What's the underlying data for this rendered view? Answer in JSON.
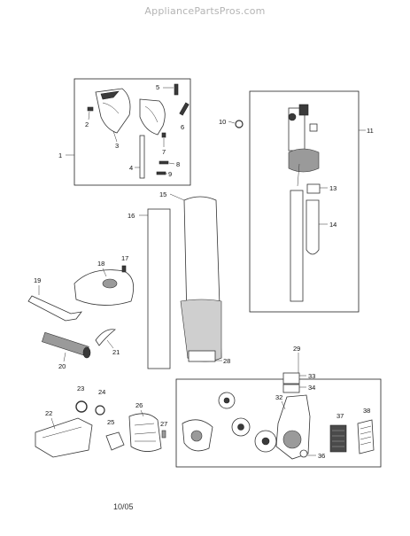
{
  "header": {
    "watermark": "AppliancePartsPros.com"
  },
  "footer": {
    "date_code": "10/05"
  },
  "callouts": {
    "c1": "1",
    "c2": "2",
    "c3": "3",
    "c4": "4",
    "c5": "5",
    "c6": "6",
    "c7": "7",
    "c8": "8",
    "c9": "9",
    "c10": "10",
    "c11": "11",
    "c13": "13",
    "c14": "14",
    "c15": "15",
    "c16": "16",
    "c17": "17",
    "c18": "18",
    "c19": "19",
    "c20": "20",
    "c21": "21",
    "c22": "22",
    "c23": "23",
    "c24": "24",
    "c25": "25",
    "c26": "26",
    "c27": "27",
    "c28": "28",
    "c29": "29",
    "c32": "32",
    "c33": "33",
    "c34": "34",
    "c36": "36",
    "c37": "37",
    "c38": "38"
  }
}
